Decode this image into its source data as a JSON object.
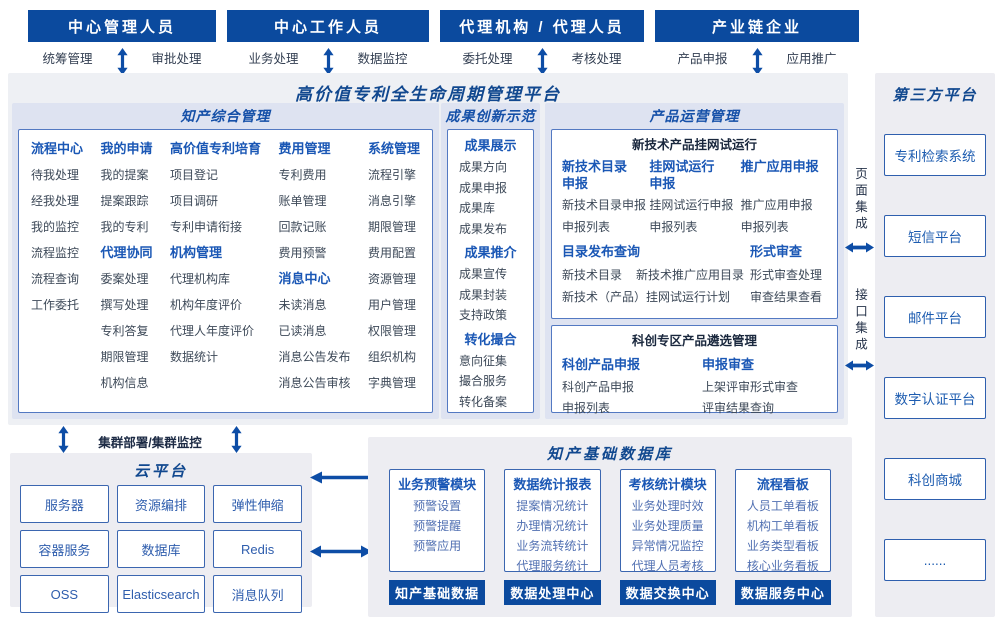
{
  "colors": {
    "dark_blue": "#0b4a9e",
    "arrow_blue": "#0d4da6",
    "title_blue": "#11488f",
    "header_blue": "#1a57b5",
    "item_gray": "#3d4958",
    "db_item_blue": "#5170b2",
    "band_bg": "#dee3f1",
    "panel_bg": "#eef0f4",
    "side_panel_bg": "#ededf2",
    "box_border": "#5379c2"
  },
  "top_roles": [
    {
      "title": "中心管理人员",
      "left": "统筹管理",
      "right": "审批处理"
    },
    {
      "title": "中心工作人员",
      "left": "业务处理",
      "right": "数据监控"
    },
    {
      "title": "代理机构 / 代理人员",
      "left": "委托处理",
      "right": "考核处理"
    },
    {
      "title": "产业链企业",
      "left": "产品申报",
      "right": "应用推广"
    }
  ],
  "main": {
    "title": "高价值专利全生命周期管理平台",
    "ip": {
      "title": "知产综合管理",
      "columns": [
        {
          "groups": [
            {
              "header": "流程中心",
              "items": [
                "待我处理",
                "经我处理",
                "我的监控",
                "流程监控",
                "流程查询",
                "工作委托"
              ]
            }
          ]
        },
        {
          "groups": [
            {
              "header": "我的申请",
              "items": [
                "我的提案",
                "提案跟踪",
                "我的专利"
              ]
            },
            {
              "header": "代理协同",
              "items": [
                "委案处理",
                "撰写处理",
                "专利答复",
                "期限管理",
                "机构信息"
              ]
            }
          ]
        },
        {
          "groups": [
            {
              "header": "高价值专利培育",
              "items": [
                "项目登记",
                "项目调研",
                "专利申请衔接"
              ]
            },
            {
              "header": "机构管理",
              "items": [
                "代理机构库",
                "机构年度评价",
                "代理人年度评价",
                "数据统计"
              ]
            }
          ]
        },
        {
          "groups": [
            {
              "header": "费用管理",
              "items": [
                "专利费用",
                "账单管理",
                "回款记账",
                "费用预警"
              ]
            },
            {
              "header": "消息中心",
              "items": [
                "未读消息",
                "已读消息",
                "消息公告发布",
                "消息公告审核"
              ]
            }
          ]
        },
        {
          "groups": [
            {
              "header": "系统管理",
              "items": [
                "流程引擎",
                "消息引擎",
                "期限管理",
                "费用配置",
                "资源管理",
                "用户管理",
                "权限管理",
                "组织机构",
                "字典管理"
              ]
            }
          ]
        }
      ]
    },
    "achv": {
      "title": "成果创新示范",
      "groups": [
        {
          "header": "成果展示",
          "items": [
            "成果方向",
            "成果申报",
            "成果库",
            "成果发布"
          ]
        },
        {
          "header": "成果推介",
          "items": [
            "成果宣传",
            "成果封装",
            "支持政策"
          ]
        },
        {
          "header": "转化撮合",
          "items": [
            "意向征集",
            "撮合服务",
            "转化备案"
          ]
        }
      ]
    },
    "ops": {
      "title": "产品运营管理",
      "box1": {
        "title": "新技术产品挂网试运行",
        "columns": [
          {
            "header": "新技术目录申报",
            "items": [
              "新技术目录申报",
              "申报列表"
            ]
          },
          {
            "header": "挂网试运行申报",
            "items": [
              "挂网试运行申报",
              "申报列表"
            ]
          },
          {
            "header": "推广应用申报",
            "items": [
              "推广应用申报",
              "申报列表"
            ]
          }
        ],
        "catalog": {
          "header": "目录发布查询",
          "items": [
            "新技术目录",
            "新技术推广应用目录",
            "新技术（产品）挂网试运行计划"
          ]
        },
        "review": {
          "header": "形式审查",
          "items": [
            "形式审查处理",
            "审查结果查看"
          ]
        }
      },
      "box2": {
        "title": "科创专区产品遴选管理",
        "columns": [
          {
            "header": "科创产品申报",
            "items": [
              "科创产品申报",
              "申报列表"
            ]
          },
          {
            "header": "申报审查",
            "items": [
              "上架评审形式审查",
              "评审结果查询"
            ]
          }
        ]
      }
    }
  },
  "cluster_label": "集群部署/集群监控",
  "cloud": {
    "title": "云平台",
    "boxes": [
      "服务器",
      "资源编排",
      "弹性伸缩",
      "容器服务",
      "数据库",
      "Redis",
      "OSS",
      "Elasticsearch",
      "消息队列"
    ]
  },
  "database": {
    "title": "知产基础数据库",
    "modules": [
      {
        "header": "业务预警模块",
        "items": [
          "预警设置",
          "预警提醒",
          "预警应用"
        ]
      },
      {
        "header": "数据统计报表",
        "items": [
          "提案情况统计",
          "办理情况统计",
          "业务流转统计",
          "代理服务统计"
        ]
      },
      {
        "header": "考核统计模块",
        "items": [
          "业务处理时效",
          "业务处理质量",
          "异常情况监控",
          "代理人员考核"
        ]
      },
      {
        "header": "流程看板",
        "items": [
          "人员工单看板",
          "机构工单看板",
          "业务类型看板",
          "核心业务看板"
        ]
      }
    ],
    "centers": [
      "知产基础数据",
      "数据处理中心",
      "数据交换中心",
      "数据服务中心"
    ]
  },
  "integration": {
    "page_label": "页面集成",
    "api_label": "接口集成"
  },
  "third_party": {
    "title": "第三方平台",
    "boxes": [
      "专利检索系统",
      "短信平台",
      "邮件平台",
      "数字认证平台",
      "科创商城",
      "......"
    ]
  }
}
